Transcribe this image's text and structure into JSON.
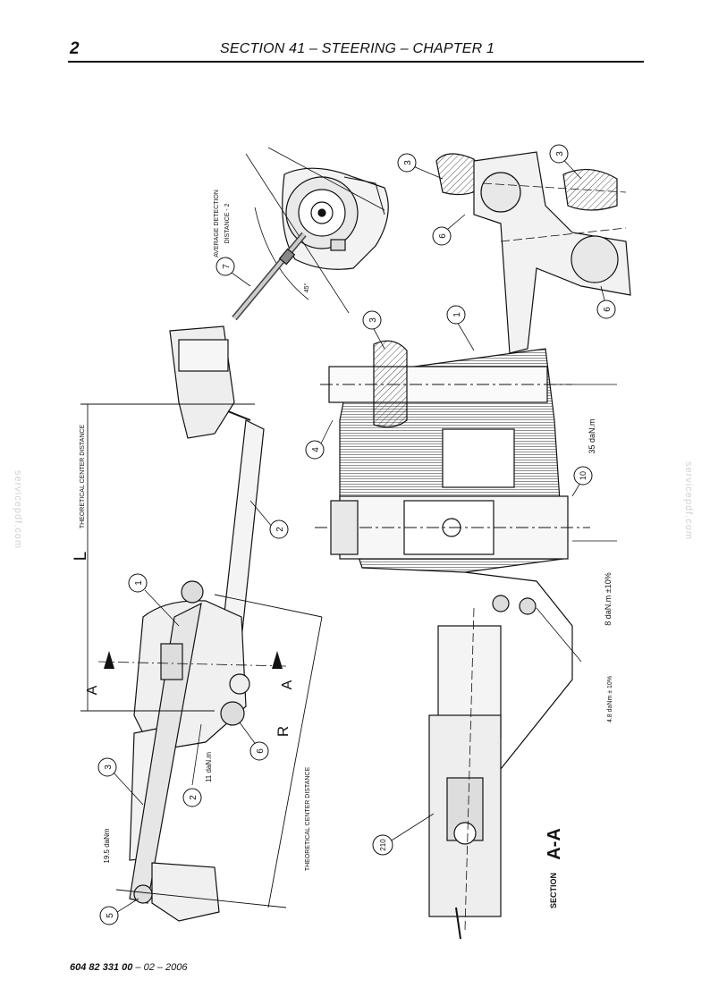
{
  "header": {
    "page_number": "2",
    "section_title": "SECTION 41 – STEERING – CHAPTER 1"
  },
  "footer": {
    "doc_code": "604 82 331 00",
    "doc_date": " – 02 – 2006"
  },
  "watermark": "servicepdf.com",
  "callouts": {
    "c1_top": "1",
    "c1_left": "1",
    "c2_mid": "2",
    "c2_bot": "2",
    "c3_topleft": "3",
    "c3_topright": "3",
    "c3_section": "3",
    "c3_bot": "3",
    "c4": "4",
    "c5": "5",
    "c6_topleft": "6",
    "c6_topright": "6",
    "c6_bot": "6",
    "c7": "7",
    "c10": "10",
    "c210": "210"
  },
  "labels": {
    "avg_detection": "AVERAGE DETECTION",
    "avg_distance": "DISTANCE - 2",
    "theo_center_top": "THEORETICAL CENTER DISTANCE",
    "theo_center_bot": "THEORETICAL CENTER DISTANCE",
    "letter_L": "L",
    "letter_R": "R",
    "arrow_A_left": "A",
    "arrow_A_right": "A",
    "torque_35": "35 daN.m",
    "torque_8": "8 daN.m ±10%",
    "torque_48": "4.8 daNm ± 10%",
    "torque_11": "11 daN.m",
    "torque_195": "19.5 daNm",
    "section_word": "SECTION",
    "section_aa": "A-A",
    "angle_mark": "45°"
  }
}
